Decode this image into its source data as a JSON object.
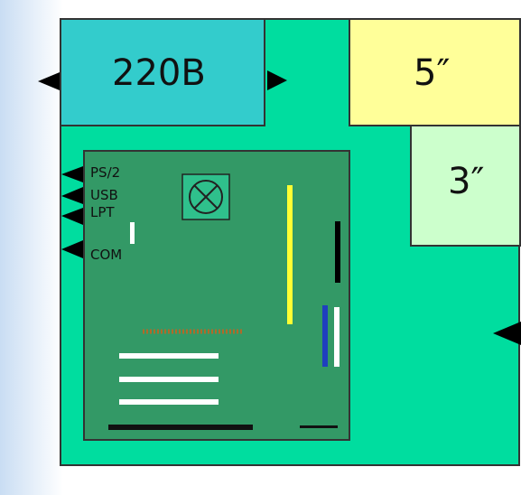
{
  "psu": {
    "label": "220В"
  },
  "bays": {
    "large_label": "5″",
    "small_label": "3″"
  },
  "motherboard": {
    "ports": [
      "PS/2",
      "USB",
      "LPT",
      "COM"
    ]
  },
  "colors": {
    "case": "#00dd9f",
    "psu": "#33cccc",
    "bay_5": "#ffff99",
    "bay_3": "#ccffcc",
    "motherboard": "#339966"
  }
}
